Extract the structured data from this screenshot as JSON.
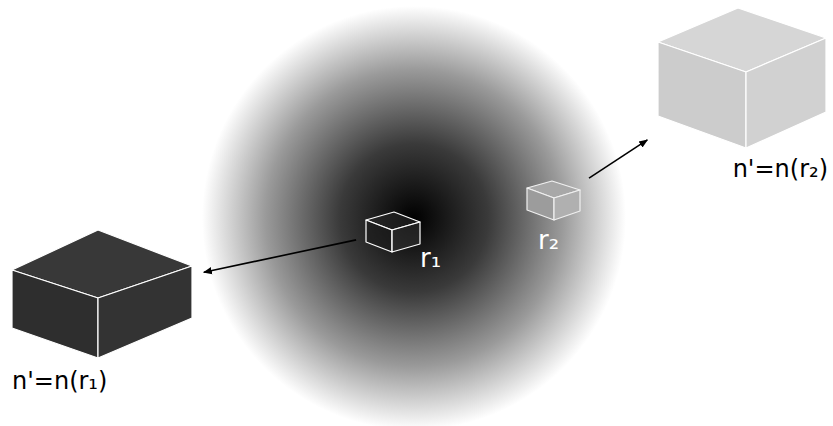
{
  "diagram": {
    "nodes": [
      {
        "text": [
          "r₁"
        ]
      },
      {
        "text": [
          "n'=n(r₁)"
        ]
      },
      {
        "text": [
          "r₂"
        ]
      },
      {
        "text": [
          "n'=n(r₂)"
        ]
      }
    ],
    "edges": [
      {
        "from": 0,
        "to": 1,
        "arrow": "to"
      },
      {
        "from": 2,
        "to": 3,
        "arrow": "to"
      }
    ]
  }
}
